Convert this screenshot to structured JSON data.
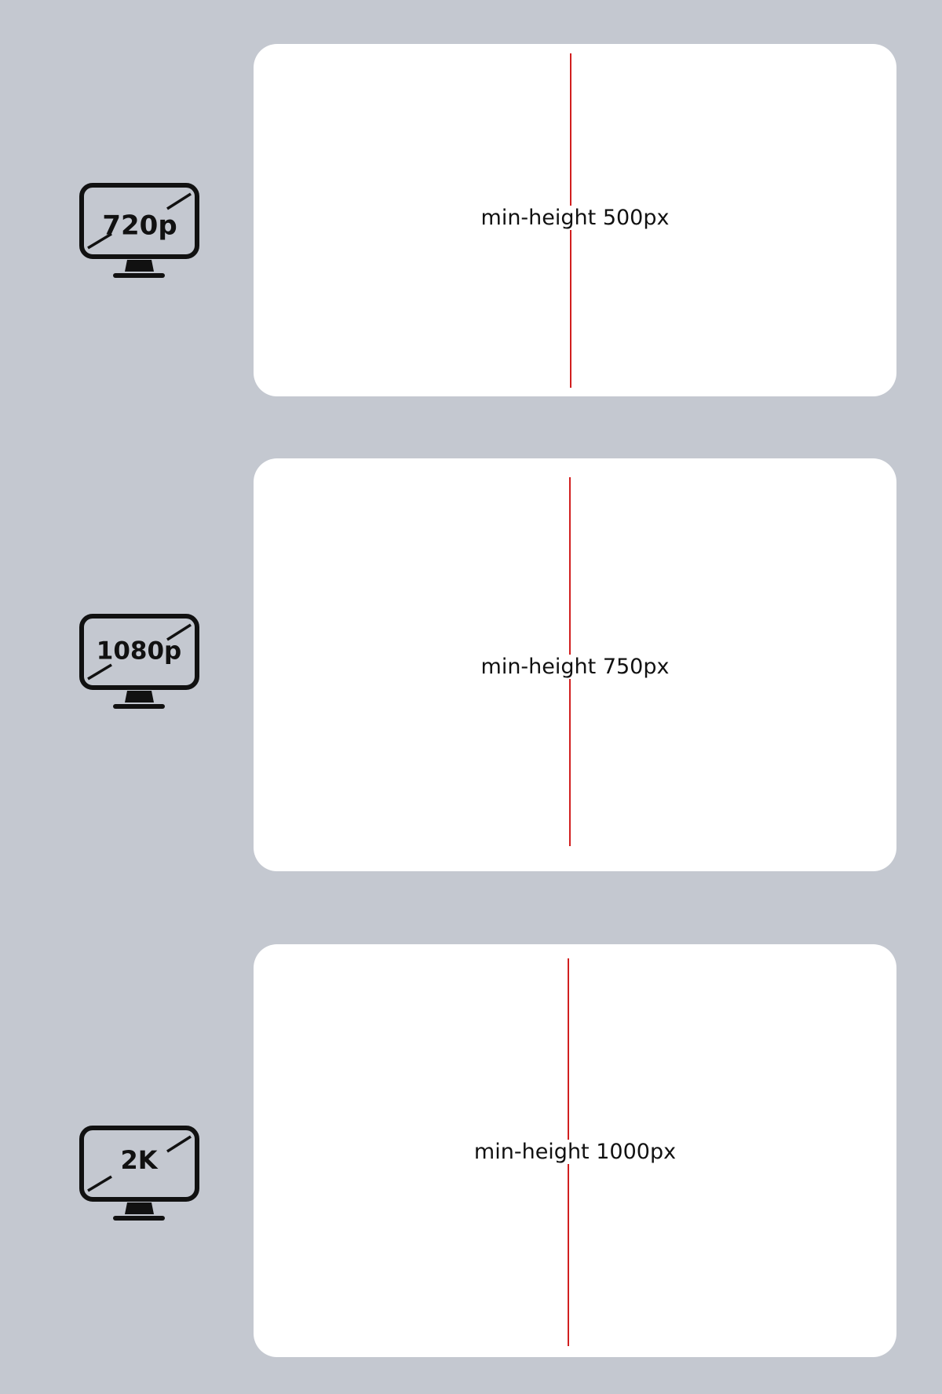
{
  "colors": {
    "background": "#c4c8d0",
    "card": "#ffffff",
    "guide_line": "#d11f1f",
    "icon": "#111111"
  },
  "rows": [
    {
      "icon": "monitor-icon",
      "resolution": "720p",
      "caption": "min-height 500px"
    },
    {
      "icon": "monitor-icon",
      "resolution": "1080p",
      "caption": "min-height 750px"
    },
    {
      "icon": "monitor-icon",
      "resolution": "2K",
      "caption": "min-height 1000px"
    }
  ]
}
